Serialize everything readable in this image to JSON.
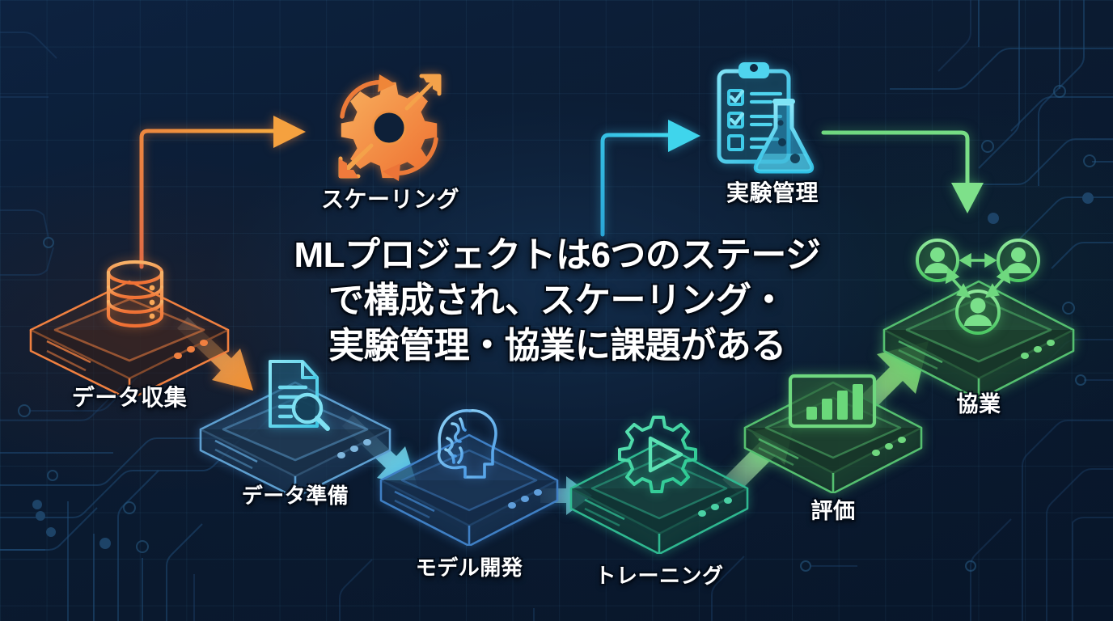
{
  "headline": {
    "line1": "MLプロジェクトは6つのステージ",
    "line2": "で構成され、スケーリング・",
    "line3": "実験管理・協業に課題がある"
  },
  "colors": {
    "background": "#0b1a2e",
    "grid": "#4a96c6",
    "data_collection": "#f08040",
    "data_preparation": "#5bc8e8",
    "model_development": "#4a9ae6",
    "training": "#33d2a0",
    "evaluation": "#5ad77a",
    "collaboration": "#5ad77a",
    "scaling": "#f08a3c",
    "experiment_management": "#30c6e8",
    "headline_text": "#ffffff"
  },
  "pipeline_stages": [
    {
      "id": "data-collection",
      "label": "データ収集",
      "icon": "database-icon",
      "color": "#f08040",
      "order": 1
    },
    {
      "id": "data-preparation",
      "label": "データ準備",
      "icon": "document-search-icon",
      "color": "#5bc8e8",
      "order": 2
    },
    {
      "id": "model-development",
      "label": "モデル開発",
      "icon": "brain-head-icon",
      "color": "#4a9ae6",
      "order": 3
    },
    {
      "id": "training",
      "label": "トレーニング",
      "icon": "gear-play-icon",
      "color": "#33d2a0",
      "order": 4
    },
    {
      "id": "evaluation",
      "label": "評価",
      "icon": "bar-chart-icon",
      "color": "#5ad77a",
      "order": 5
    },
    {
      "id": "collaboration",
      "label": "協業",
      "icon": "people-network-icon",
      "color": "#5ad77a",
      "order": 6
    }
  ],
  "challenges": [
    {
      "id": "scaling",
      "label": "スケーリング",
      "icon": "gear-cycle-arrows-icon",
      "color": "#f08a3c"
    },
    {
      "id": "experiment-management",
      "label": "実験管理",
      "icon": "clipboard-flask-icon",
      "color": "#30c6e8"
    }
  ],
  "connectors": [
    {
      "from": "data-collection",
      "to": "scaling",
      "style": "elbow",
      "color": "#f08a3c"
    },
    {
      "from": "data-collection",
      "to": "data-preparation",
      "style": "diagonal",
      "color": "#f0903c"
    },
    {
      "from": "data-preparation",
      "to": "model-development",
      "style": "diagonal",
      "color": "#5bd2ec"
    },
    {
      "from": "model-development",
      "to": "training",
      "style": "horizontal",
      "color": "#36c8d8"
    },
    {
      "from": "training",
      "to": "evaluation",
      "style": "diagonal",
      "color": "#6ad77a"
    },
    {
      "from": "training",
      "to": "experiment-management",
      "style": "elbow",
      "color": "#30c6e8"
    },
    {
      "from": "evaluation",
      "to": "collaboration",
      "style": "diagonal",
      "color": "#6fd87f"
    },
    {
      "from": "experiment-management",
      "to": "collaboration",
      "style": "elbow",
      "color": "#72dd80"
    }
  ]
}
